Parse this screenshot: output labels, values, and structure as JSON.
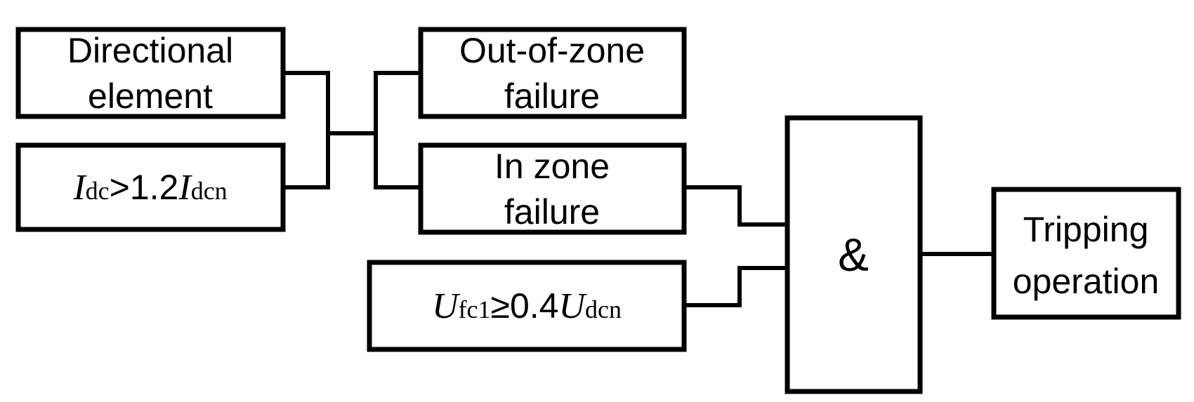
{
  "blocks": {
    "directional": {
      "line1": "Directional",
      "line2": "element"
    },
    "current": {
      "var": "I",
      "sub": "dc",
      "op": ">1.2",
      "var2": "I",
      "sub2": "dcn"
    },
    "out_zone": {
      "line1": "Out-of-zone",
      "line2": "failure"
    },
    "in_zone": {
      "line1": "In zone",
      "line2": "failure"
    },
    "voltage": {
      "var": "U",
      "sub": "fc1",
      "op": "≥0.4",
      "var2": "U",
      "sub2": "dcn"
    },
    "and_gate": {
      "label": "&"
    },
    "trip": {
      "line1": "Tripping",
      "line2": "operation"
    }
  }
}
